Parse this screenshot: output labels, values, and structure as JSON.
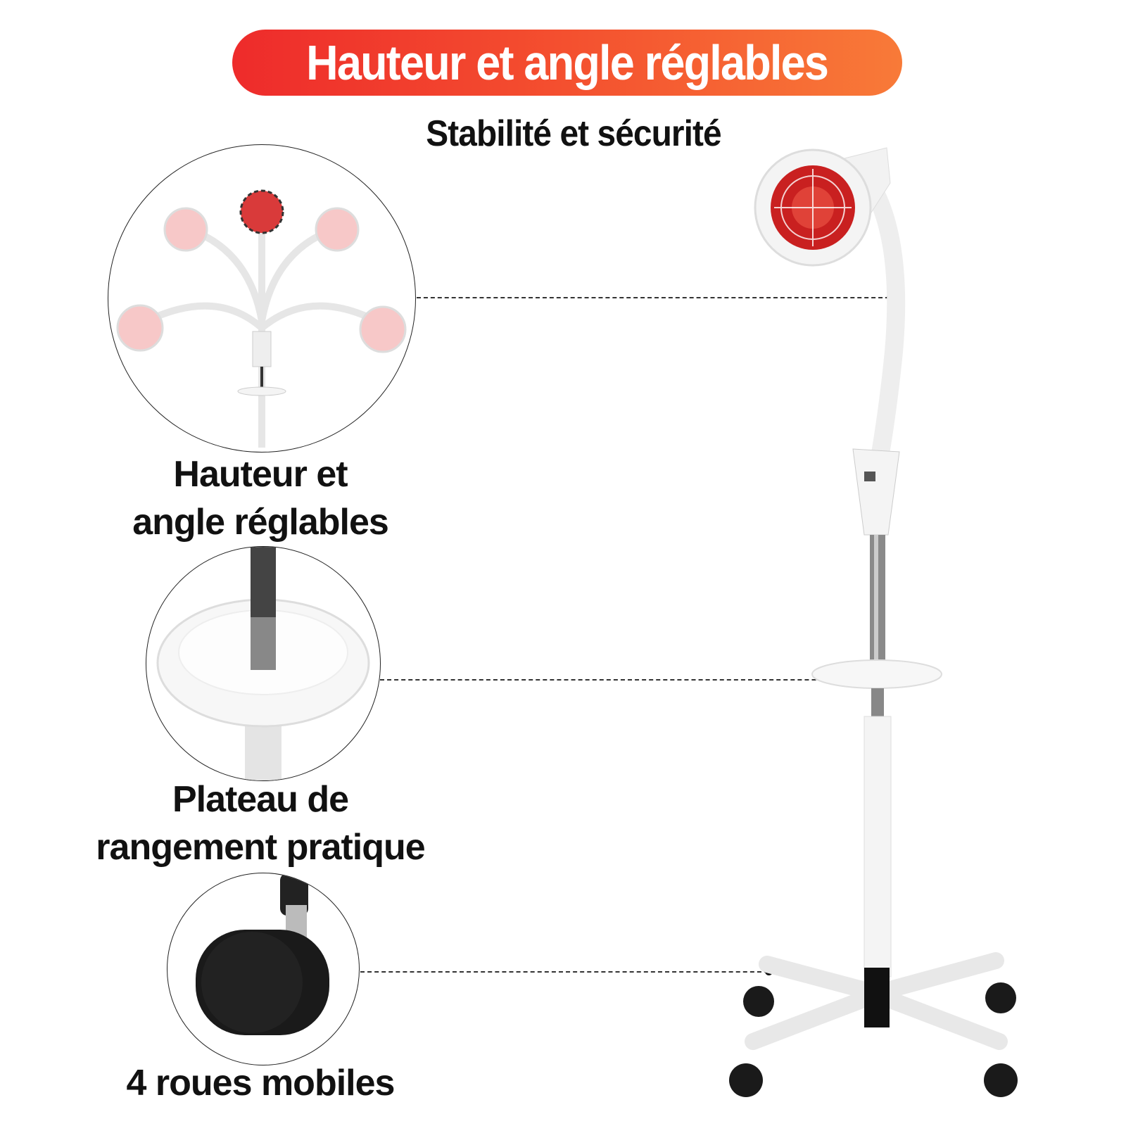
{
  "banner": {
    "title": "Hauteur et angle réglables",
    "colors": [
      "#ee2b2b",
      "#f87a38"
    ]
  },
  "subtitle": "Stabilité et sécurité",
  "features": [
    {
      "line1": "Hauteur et",
      "line2": "angle réglables"
    },
    {
      "line1": "Plateau de",
      "line2": "rangement pratique"
    },
    {
      "line1": "4 roues mobiles",
      "line2": ""
    }
  ]
}
